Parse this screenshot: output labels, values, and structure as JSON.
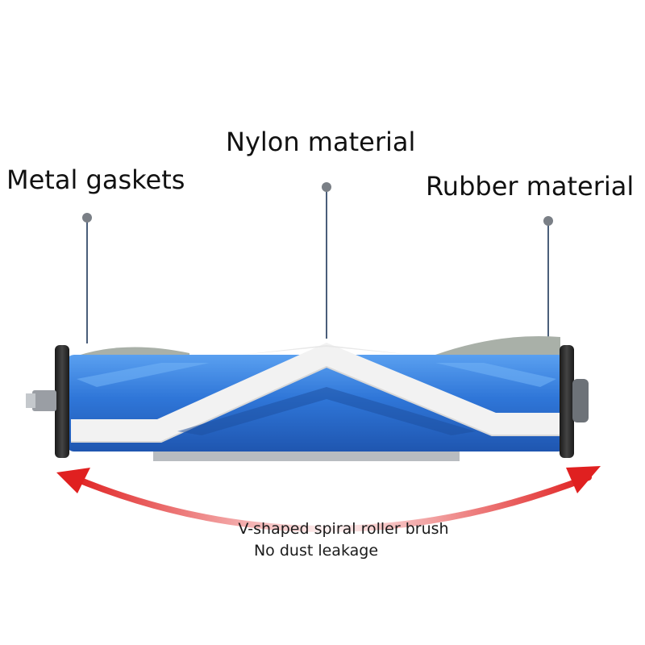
{
  "callouts": {
    "metal": "Metal gaskets",
    "nylon": "Nylon material",
    "rubber": "Rubber material"
  },
  "caption": {
    "line1": "V-shaped spiral roller brush",
    "line2": "No dust leakage"
  },
  "colors": {
    "roller_blue": "#2f6fd0",
    "rubber_white": "#f0f0f0",
    "arrow_red": "#e02020",
    "pointer": "#5d6a7a"
  }
}
